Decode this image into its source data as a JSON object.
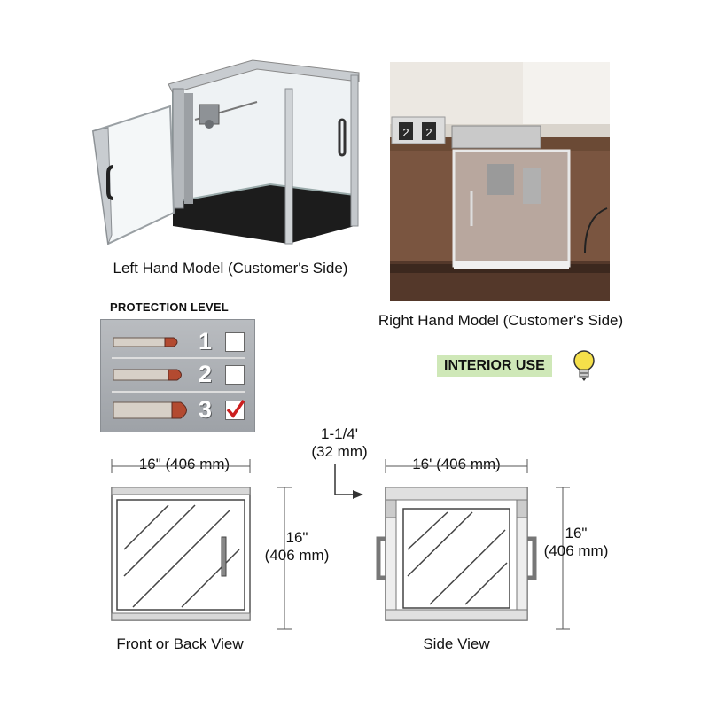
{
  "captions": {
    "left_hand": "Left Hand Model (Customer's Side)",
    "right_hand": "Right Hand Model (Customer's Side)",
    "front_back": "Front or Back View",
    "side": "Side View"
  },
  "protection": {
    "title": "PROTECTION LEVEL",
    "levels": [
      {
        "number": "1",
        "checked": false
      },
      {
        "number": "2",
        "checked": false
      },
      {
        "number": "3",
        "checked": true
      }
    ]
  },
  "interior_use": "INTERIOR USE",
  "dimensions": {
    "front_width": "16\" (406 mm)",
    "front_height_a": "16\"",
    "front_height_b": "(406 mm)",
    "gap_a": "1-1/4'",
    "gap_b": "(32 mm)",
    "side_width": "16' (406 mm)",
    "side_height_a": "16\"",
    "side_height_b": "(406 mm)"
  },
  "photo": {
    "display_digits": [
      "2",
      "2"
    ]
  },
  "colors": {
    "check_mark": "#cc1f1f",
    "interior_bg": "#cfe8b8",
    "bulb": "#f5e04a"
  }
}
